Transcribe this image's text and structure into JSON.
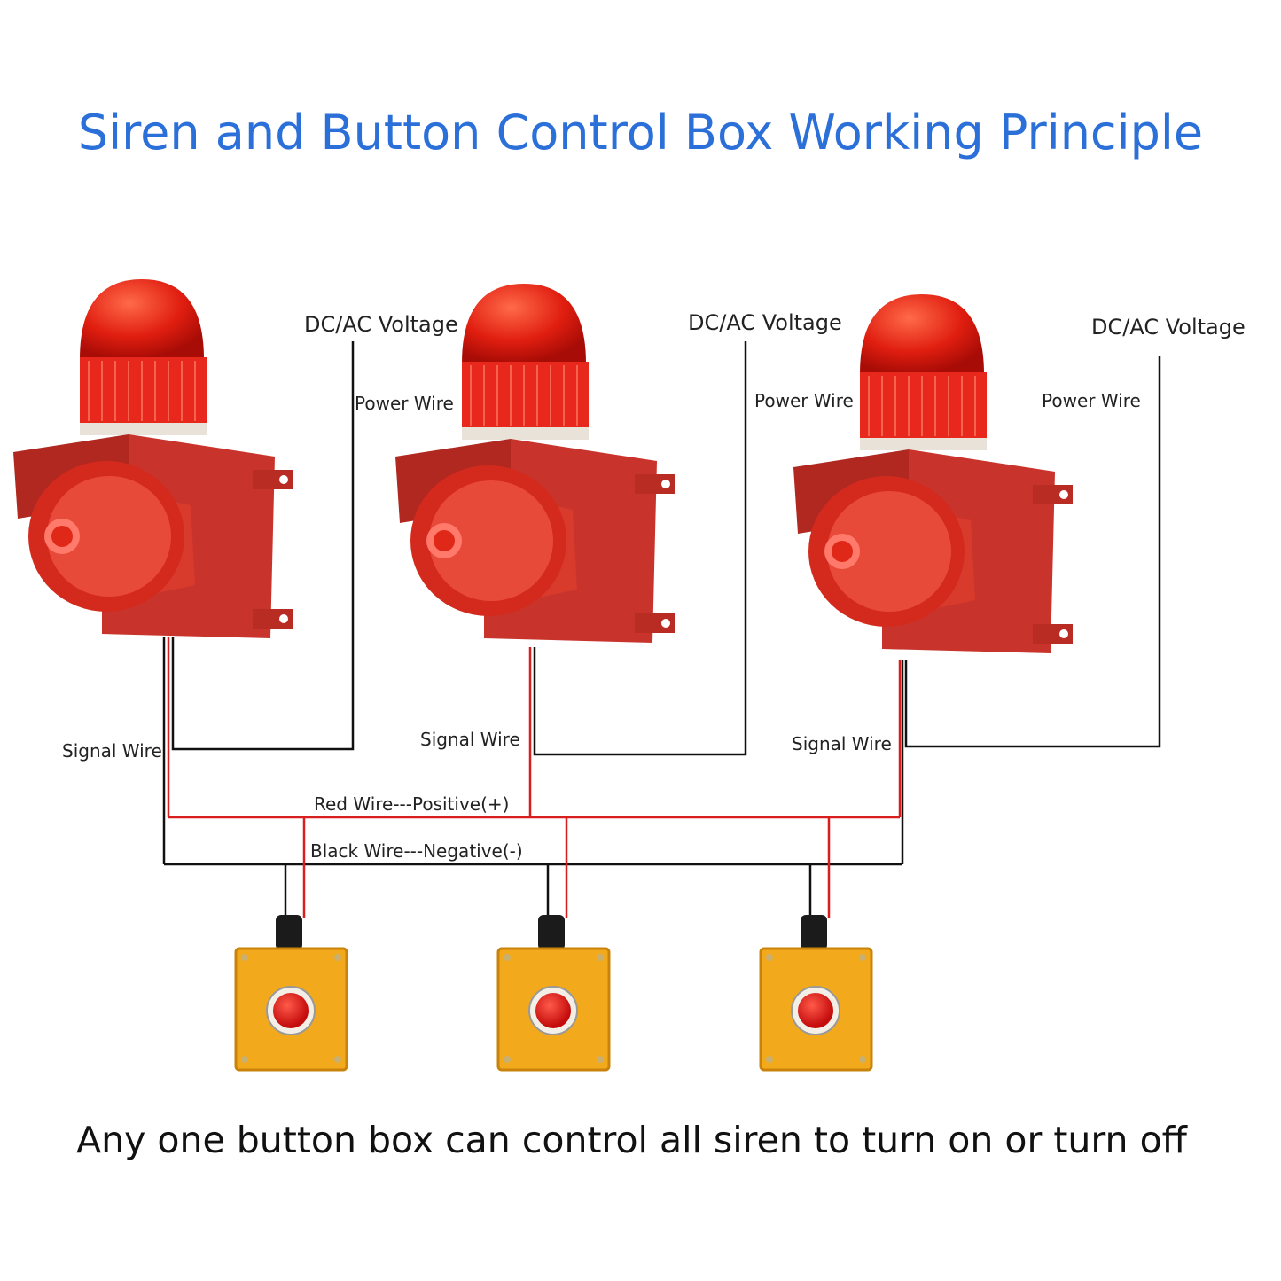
{
  "title": "Siren and Button Control Box Working Principle",
  "footer": "Any one button box can control all siren to turn on or turn off",
  "sirens": [
    {
      "voltage_label": "DC/AC Voltage",
      "power_label": "Power Wire",
      "signal_label": "Signal Wire"
    },
    {
      "voltage_label": "DC/AC Voltage",
      "power_label": "Power Wire",
      "signal_label": "Signal Wire"
    },
    {
      "voltage_label": "DC/AC Voltage",
      "power_label": "Power Wire",
      "signal_label": "Signal Wire"
    }
  ],
  "bus": {
    "red_label": "Red Wire---Positive(+)",
    "black_label": "Black Wire---Negative(-)"
  },
  "colors": {
    "title": "#2b6fd8",
    "siren_red": "#d42a1e",
    "box_red": "#c8342c",
    "button_yellow": "#f2a91c",
    "red_wire": "#d81e1e",
    "black_wire": "#111111"
  }
}
